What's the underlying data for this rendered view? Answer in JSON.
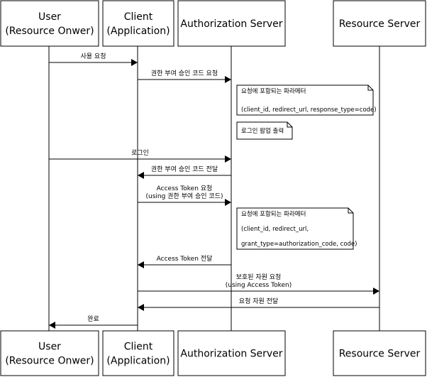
{
  "participants": [
    {
      "id": "user",
      "lines": [
        "User",
        "(Resource Onwer)"
      ]
    },
    {
      "id": "client",
      "lines": [
        "Client",
        "(Application)"
      ]
    },
    {
      "id": "auth",
      "lines": [
        "Authorization Server"
      ]
    },
    {
      "id": "resource",
      "lines": [
        "Resource Server"
      ]
    }
  ],
  "messages": [
    {
      "from": "user",
      "to": "client",
      "lines": [
        "사용 요청"
      ]
    },
    {
      "from": "client",
      "to": "auth",
      "lines": [
        "권한 부여 승인 코드 요청"
      ]
    },
    {
      "from": "user",
      "to": "auth",
      "lines": [
        "로그인"
      ]
    },
    {
      "from": "auth",
      "to": "client",
      "lines": [
        "권한 부여 승인 코드 전달"
      ]
    },
    {
      "from": "client",
      "to": "auth",
      "lines": [
        "Access Token 요청",
        "(using 권한 부여 승인 코드)"
      ]
    },
    {
      "from": "auth",
      "to": "client",
      "lines": [
        "Access Token 전달"
      ]
    },
    {
      "from": "client",
      "to": "resource",
      "lines": [
        "보호된 자원 요청",
        "(using Access Token)"
      ]
    },
    {
      "from": "resource",
      "to": "client",
      "lines": [
        "요청 자원 전달"
      ]
    },
    {
      "from": "client",
      "to": "user",
      "lines": [
        "완료"
      ]
    }
  ],
  "notes": [
    {
      "over": "auth",
      "lines": [
        "요청에 포함되는 파라메터",
        "(client_id, redirect_url, response_type=code)"
      ]
    },
    {
      "over": "auth",
      "lines": [
        "로그인 팝업 출력"
      ]
    },
    {
      "over": "auth",
      "lines": [
        "요청에 포함되는 파라메터",
        "(client_id, redirect_url,",
        "grant_type=authorization_code, code)"
      ]
    }
  ]
}
